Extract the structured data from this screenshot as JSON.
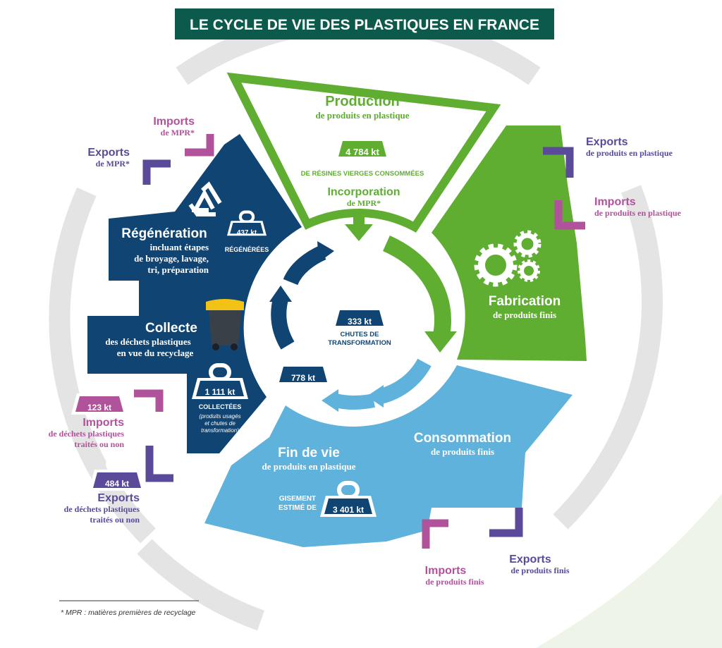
{
  "title": "LE CYCLE DE VIE DES PLASTIQUES EN FRANCE",
  "colors": {
    "navy": "#0f4473",
    "green": "#5fae32",
    "lightblue": "#5fb2dc",
    "purple": "#5b4a9a",
    "magenta": "#b0539b",
    "ring": "#e4e4e4",
    "title_bg": "#0c5a4b"
  },
  "production": {
    "title": "Production",
    "subtitle": "de produits en plastique",
    "weight": "4 784 kt",
    "caption": "DE RÉSINES VIERGES CONSOMMÉES",
    "incorporation_title": "Incorporation",
    "incorporation_sub": "de MPR*"
  },
  "fabrication": {
    "title": "Fabrication",
    "subtitle": "de produits finis"
  },
  "consommation": {
    "title": "Consommation",
    "subtitle": "de produits finis"
  },
  "fin_de_vie": {
    "title": "Fin de vie",
    "subtitle": "de produits en plastique",
    "gisement_line1": "GISEMENT",
    "gisement_line2": "ESTIMÉ DE",
    "weight": "3 401 kt"
  },
  "collecte": {
    "title": "Collecte",
    "line1": "des déchets plastiques",
    "line2": "en vue du recyclage",
    "weight": "1 111 kt",
    "caption": "COLLECTÉES",
    "note1": "(produits usagés",
    "note2": "et chutes de",
    "note3": "transformation)"
  },
  "regeneration": {
    "title": "Régénération",
    "line1": "incluant étapes",
    "line2": "de broyage, lavage,",
    "line3": "tri, préparation",
    "weight": "437 kt",
    "caption": "RÉGÉNÉRÉES"
  },
  "center": {
    "weight": "333 kt",
    "caption1": "CHUTES DE",
    "caption2": "TRANSFORMATION",
    "inner_weight": "778 kt"
  },
  "flows": {
    "imports_mpr": {
      "title": "Imports",
      "sub": "de MPR*"
    },
    "exports_mpr": {
      "title": "Exports",
      "sub": "de MPR*"
    },
    "exports_produits_plastique": {
      "title": "Exports",
      "sub": "de produits en plastique"
    },
    "imports_produits_plastique": {
      "title": "Imports",
      "sub": "de produits en plastique"
    },
    "imports_dechets": {
      "weight": "123 kt",
      "title": "Imports",
      "sub1": "de déchets plastiques",
      "sub2": "traités ou non"
    },
    "exports_dechets": {
      "weight": "484 kt",
      "title": "Exports",
      "sub1": "de déchets plastiques",
      "sub2": "traités ou non"
    },
    "imports_produits_finis": {
      "title": "Imports",
      "sub": "de produits finis"
    },
    "exports_produits_finis": {
      "title": "Exports",
      "sub": "de produits finis"
    }
  },
  "footnote": "* MPR : matières premières de recyclage"
}
